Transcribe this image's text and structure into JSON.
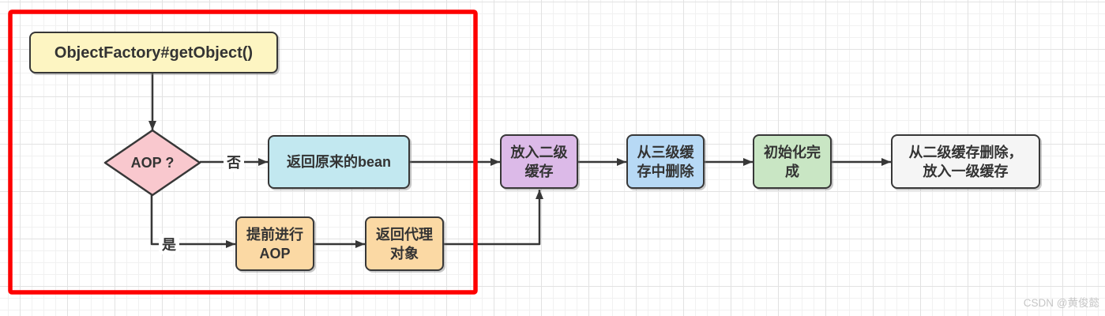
{
  "watermark": "CSDN @黄俊懿",
  "flowchart": {
    "nodes": {
      "start": "ObjectFactory#getObject()",
      "decision": "AOP ?",
      "return_original": "返回原来的bean",
      "early_aop": "提前进行\nAOP",
      "return_proxy": "返回代理\n对象",
      "put_l2_cache": "放入二级\n缓存",
      "remove_l3_cache": "从三级缓\n存中删除",
      "init_complete": "初始化完\n成",
      "remove_l2_put_l1": "从二级缓存删除，\n放入一级缓存"
    },
    "edge_labels": {
      "no": "否",
      "yes": "是"
    },
    "colors": {
      "start_fill": "#fdf5c2",
      "decision_fill": "#f9c8ce",
      "return_original_fill": "#c2e8f0",
      "aop_step_fill": "#fbd9a4",
      "put_l2_fill": "#dcbae8",
      "remove_l3_fill": "#b7d9f5",
      "init_fill": "#c9e6c4",
      "remove_l2_fill": "#f5f5f5",
      "highlight_border": "#fe0000",
      "connector_stroke": "#373737"
    }
  }
}
